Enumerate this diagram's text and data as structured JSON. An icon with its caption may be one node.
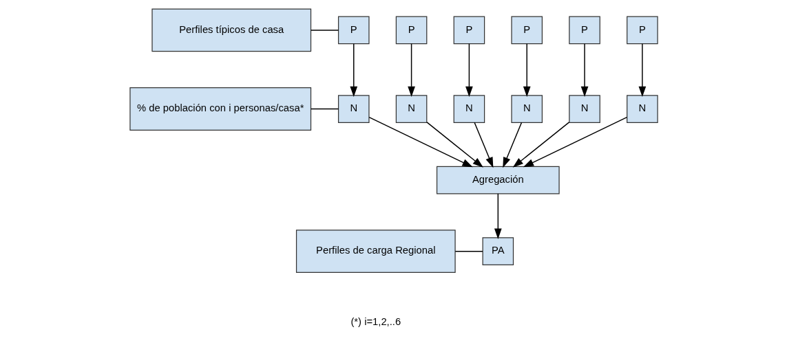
{
  "diagram": {
    "nodes": [
      {
        "text": [
          "Perfiles típicos de casa"
        ]
      },
      {
        "text": [
          "% de población con i personas/casa*"
        ]
      },
      {
        "text": [
          "Perfiles de carga Regional"
        ]
      },
      {
        "text": [
          "P"
        ]
      },
      {
        "text": [
          "P"
        ]
      },
      {
        "text": [
          "P"
        ]
      },
      {
        "text": [
          "P"
        ]
      },
      {
        "text": [
          "P"
        ]
      },
      {
        "text": [
          "P"
        ]
      },
      {
        "text": [
          "N"
        ]
      },
      {
        "text": [
          "N"
        ]
      },
      {
        "text": [
          "N"
        ]
      },
      {
        "text": [
          "N"
        ]
      },
      {
        "text": [
          "N"
        ]
      },
      {
        "text": [
          "N"
        ]
      },
      {
        "text": [
          "Agregación"
        ]
      },
      {
        "text": [
          "PA"
        ]
      }
    ],
    "edges": [
      {
        "from": 0,
        "to": 3,
        "arrow": "none"
      },
      {
        "from": 3,
        "to": 9,
        "arrow": "to"
      },
      {
        "from": 4,
        "to": 10,
        "arrow": "to"
      },
      {
        "from": 5,
        "to": 11,
        "arrow": "to"
      },
      {
        "from": 6,
        "to": 12,
        "arrow": "to"
      },
      {
        "from": 7,
        "to": 13,
        "arrow": "to"
      },
      {
        "from": 8,
        "to": 14,
        "arrow": "to"
      },
      {
        "from": 1,
        "to": 9,
        "arrow": "none"
      },
      {
        "from": 9,
        "to": 15,
        "arrow": "to"
      },
      {
        "from": 10,
        "to": 15,
        "arrow": "to"
      },
      {
        "from": 11,
        "to": 15,
        "arrow": "to"
      },
      {
        "from": 12,
        "to": 15,
        "arrow": "to"
      },
      {
        "from": 13,
        "to": 15,
        "arrow": "to"
      },
      {
        "from": 14,
        "to": 15,
        "arrow": "to"
      },
      {
        "from": 15,
        "to": 16,
        "arrow": "to"
      },
      {
        "from": 2,
        "to": 16,
        "arrow": "none"
      }
    ],
    "labels": [
      "(*) i=1,2,..6"
    ]
  }
}
